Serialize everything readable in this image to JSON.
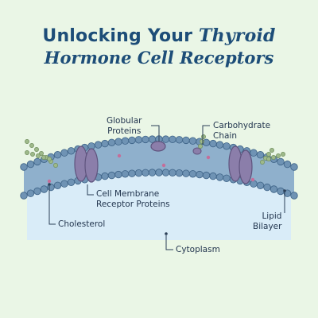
{
  "title": {
    "line1_prefix": "Unlocking Your ",
    "line1_accent": "Thyroid",
    "line2": "Hormone Cell Receptors"
  },
  "labels": {
    "globular_1": "Globular",
    "globular_2": "Proteins",
    "carb_1": "Carbohydrate",
    "carb_2": "Chain",
    "receptor_1": "Cell Membrane",
    "receptor_2": "Receptor Proteins",
    "cholesterol": "Cholesterol",
    "lipid_1": "Lipid",
    "lipid_2": "Bilayer",
    "cytoplasm": "Cytoplasm"
  },
  "colors": {
    "background": "#eaf6e6",
    "title": "#1d4d78",
    "cytoplasm": "#d9ecf8",
    "membrane": "#8fb0cc",
    "lipid_head": "#6f93b4",
    "receptor_protein": "#8b7eaa",
    "carbohydrate": "#9eb98a",
    "leader_line": "#2b3f57"
  }
}
